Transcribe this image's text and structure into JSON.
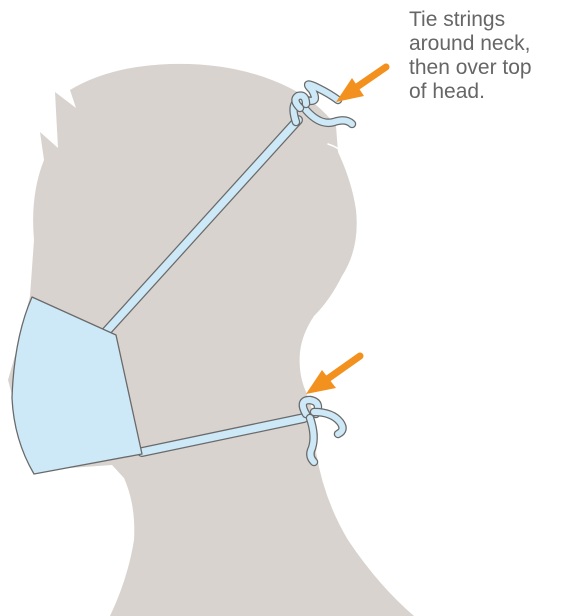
{
  "instruction": {
    "lines": [
      "Tie strings",
      "around neck,",
      "then over top",
      "of head."
    ]
  },
  "colors": {
    "head_silhouette": "#d8d3cf",
    "mask_fill": "#cde9f7",
    "mask_outline": "#6a6a6a",
    "arrow": "#f3911e",
    "text": "#666666",
    "background": "#ffffff"
  }
}
